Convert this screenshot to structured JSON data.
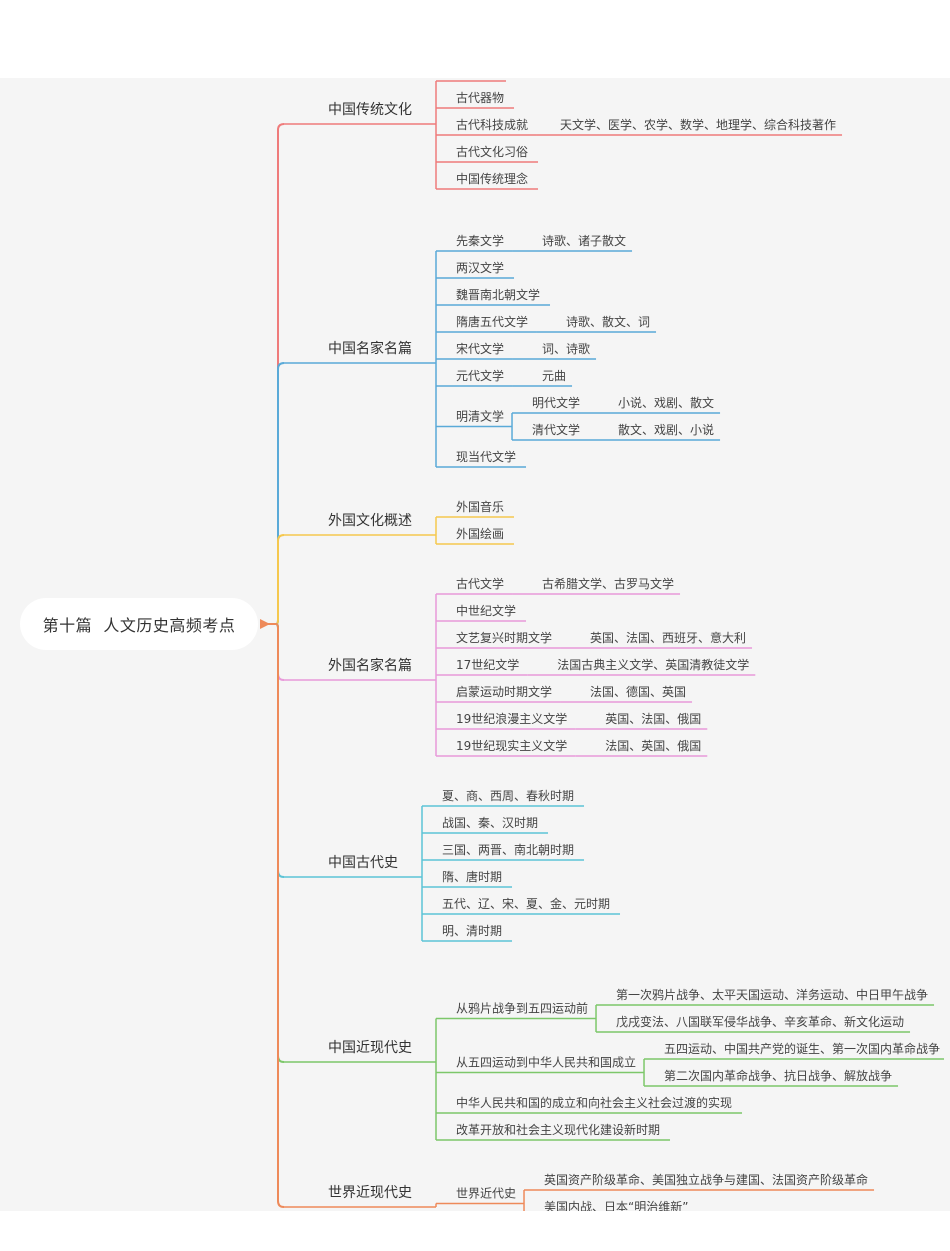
{
  "root": "第十篇  人文历史高频考点",
  "colors": {
    "red": "#ef7b7b",
    "blue": "#5aaad8",
    "yellow": "#f5c84e",
    "pink": "#e89ada",
    "cyan": "#5cc3d6",
    "green": "#7dc76a",
    "orange": "#ee8a5a"
  },
  "branches": [
    {
      "label": "中国传统文化",
      "color": "#ef7b7b",
      "children": [
        {
          "label": ""
        },
        {
          "label": "古代器物"
        },
        {
          "label": "古代科技成就",
          "children": [
            {
              "label": "天文学、医学、农学、数学、地理学、综合科技著作"
            }
          ]
        },
        {
          "label": "古代文化习俗"
        },
        {
          "label": "中国传统理念"
        }
      ]
    },
    {
      "label": "中国名家名篇",
      "color": "#5aaad8",
      "children": [
        {
          "label": "先秦文学",
          "children": [
            {
              "label": "诗歌、诸子散文"
            }
          ]
        },
        {
          "label": "两汉文学"
        },
        {
          "label": "魏晋南北朝文学"
        },
        {
          "label": "隋唐五代文学",
          "children": [
            {
              "label": "诗歌、散文、词"
            }
          ]
        },
        {
          "label": "宋代文学",
          "children": [
            {
              "label": "词、诗歌"
            }
          ]
        },
        {
          "label": "元代文学",
          "children": [
            {
              "label": "元曲"
            }
          ]
        },
        {
          "label": "明清文学",
          "children": [
            {
              "label": "明代文学",
              "children": [
                {
                  "label": "小说、戏剧、散文"
                }
              ]
            },
            {
              "label": "清代文学",
              "children": [
                {
                  "label": "散文、戏剧、小说"
                }
              ]
            }
          ]
        },
        {
          "label": "现当代文学"
        }
      ]
    },
    {
      "label": "外国文化概述",
      "color": "#f5c84e",
      "children": [
        {
          "label": "外国音乐"
        },
        {
          "label": "外国绘画"
        }
      ]
    },
    {
      "label": "外国名家名篇",
      "color": "#e89ada",
      "children": [
        {
          "label": "古代文学",
          "children": [
            {
              "label": "古希腊文学、古罗马文学"
            }
          ]
        },
        {
          "label": "中世纪文学"
        },
        {
          "label": "文艺复兴时期文学",
          "children": [
            {
              "label": "英国、法国、西班牙、意大利"
            }
          ]
        },
        {
          "label": "17世纪文学",
          "children": [
            {
              "label": "法国古典主义文学、英国清教徒文学"
            }
          ]
        },
        {
          "label": "启蒙运动时期文学",
          "children": [
            {
              "label": "法国、德国、英国"
            }
          ]
        },
        {
          "label": "19世纪浪漫主义文学",
          "children": [
            {
              "label": "英国、法国、俄国"
            }
          ]
        },
        {
          "label": "19世纪现实主义文学",
          "children": [
            {
              "label": "法国、英国、俄国"
            }
          ]
        }
      ]
    },
    {
      "label": "中国古代史",
      "color": "#5cc3d6",
      "children": [
        {
          "label": "夏、商、西周、春秋时期"
        },
        {
          "label": "战国、秦、汉时期"
        },
        {
          "label": "三国、两晋、南北朝时期"
        },
        {
          "label": "隋、唐时期"
        },
        {
          "label": "五代、辽、宋、夏、金、元时期"
        },
        {
          "label": "明、清时期"
        }
      ]
    },
    {
      "label": "中国近现代史",
      "color": "#7dc76a",
      "children": [
        {
          "label": "从鸦片战争到五四运动前",
          "children": [
            {
              "label": "第一次鸦片战争、太平天国运动、洋务运动、中日甲午战争"
            },
            {
              "label": "戊戌变法、八国联军侵华战争、辛亥革命、新文化运动"
            }
          ]
        },
        {
          "label": "从五四运动到中华人民共和国成立",
          "children": [
            {
              "label": "五四运动、中国共产党的诞生、第一次国内革命战争"
            },
            {
              "label": "第二次国内革命战争、抗日战争、解放战争"
            }
          ]
        },
        {
          "label": "中华人民共和国的成立和向社会主义社会过渡的实现"
        },
        {
          "label": "改革开放和社会主义现代化建设新时期"
        }
      ]
    },
    {
      "label": "世界近现代史",
      "color": "#ee8a5a",
      "children": [
        {
          "label": "世界近代史",
          "children": [
            {
              "label": "英国资产阶级革命、美国独立战争与建国、法国资产阶级革命"
            },
            {
              "label": "美国内战、日本“明治维新”"
            }
          ]
        }
      ]
    }
  ]
}
